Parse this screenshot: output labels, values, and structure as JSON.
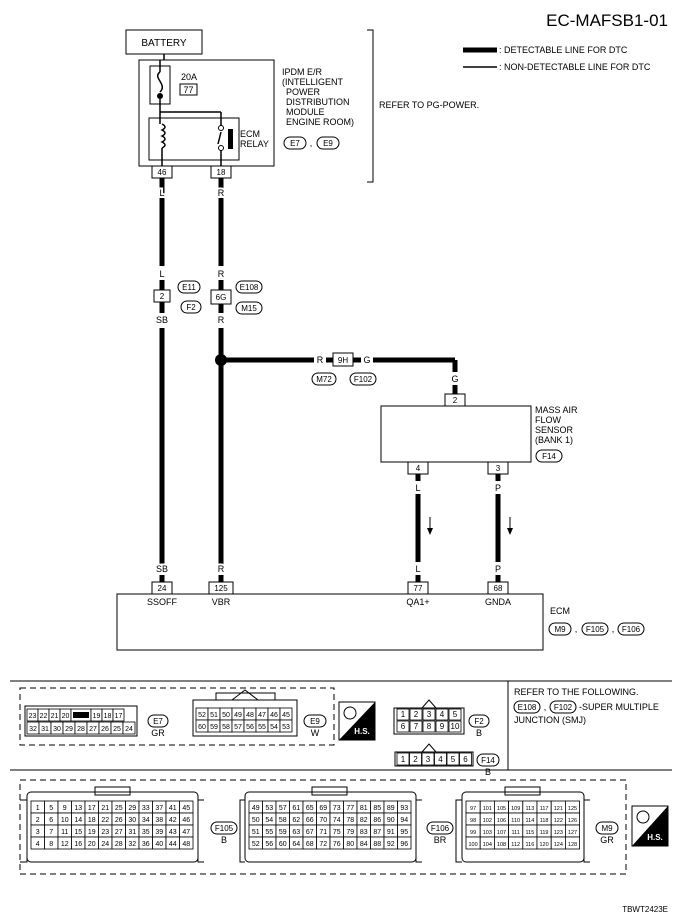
{
  "header": {
    "diagram_id": "EC-MAFSB1-01"
  },
  "legend": {
    "detectable": ": DETECTABLE LINE FOR DTC",
    "non_detectable": ": NON-DETECTABLE LINE FOR DTC"
  },
  "battery": {
    "label": "BATTERY"
  },
  "ipdm": {
    "fuse_amp": "20A",
    "fuse_no": "77",
    "name_lines": [
      "IPDM E/R",
      "(INTELLIGENT",
      "POWER",
      "DISTRIBUTION",
      "MODULE",
      "ENGINE ROOM)"
    ],
    "relay_lines": [
      "ECM",
      "RELAY"
    ],
    "conn_a": "E7",
    "conn_sep": ",",
    "conn_b": "E9",
    "pin_left": "46",
    "pin_right": "18",
    "refer": "REFER TO PG-POWER."
  },
  "wires": {
    "left_color_1": "L",
    "left_color_2": "L",
    "left_color_3": "SB",
    "left_color_4": "SB",
    "right_color_1": "R",
    "right_color_2": "R",
    "right_color_3": "R",
    "right_color_4": "R",
    "branch_color_in": "R",
    "branch_color_out": "G",
    "maf_in_color": "G",
    "maf_out4_color_1": "L",
    "maf_out4_color_2": "L",
    "maf_out3_color_1": "P",
    "maf_out3_color_2": "P"
  },
  "joints": {
    "j1_pin": "2",
    "j1_top": "E11",
    "j1_bottom": "F2",
    "j2_pin": "6G",
    "j2_top": "E108",
    "j2_bottom": "M15",
    "j3_pin": "9H",
    "j3_left": "M72",
    "j3_right": "F102"
  },
  "maf": {
    "name_lines": [
      "MASS AIR",
      "FLOW",
      "SENSOR",
      "(BANK 1)"
    ],
    "connector": "F14",
    "pin_top": "2",
    "pin_bottom_left": "4",
    "pin_bottom_right": "3"
  },
  "ecm": {
    "name": "ECM",
    "pins": [
      "24",
      "125",
      "77",
      "68"
    ],
    "pin_labels": [
      "SSOFF",
      "VBR",
      "QA1+",
      "GNDA"
    ],
    "conn_a": "M9",
    "conn_b": "F105",
    "conn_c": "F106",
    "sep": ","
  },
  "connectors": {
    "e7_top": [
      "23",
      "22",
      "21",
      "20",
      "",
      "19",
      "18",
      "17"
    ],
    "e7_bottom": [
      "32",
      "31",
      "30",
      "29",
      "28",
      "27",
      "26",
      "25",
      "24"
    ],
    "e7_name": "E7",
    "e7_color": "GR",
    "e9_top": [
      "52",
      "51",
      "50",
      "49",
      "48",
      "47",
      "46",
      "45"
    ],
    "e9_bottom": [
      "60",
      "59",
      "58",
      "57",
      "56",
      "55",
      "54",
      "53"
    ],
    "e9_name": "E9",
    "e9_color": "W",
    "hs_label": "H.S.",
    "f2_top": [
      "1",
      "2",
      "3",
      "4",
      "5"
    ],
    "f2_bottom": [
      "6",
      "7",
      "8",
      "9",
      "10"
    ],
    "f2_name": "F2",
    "f2_color": "B",
    "f14_row": [
      "1",
      "2",
      "3",
      "4",
      "5",
      "6"
    ],
    "f14_name": "F14",
    "f14_color": "B",
    "smj_note_lines": [
      "REFER TO THE FOLLOWING.",
      "-SUPER MULTIPLE",
      "JUNCTION (SMJ)"
    ],
    "smj_a": "E108",
    "smj_b": "F102",
    "smj_sep": ",",
    "f105_rows": [
      [
        "1",
        "5",
        "9",
        "13",
        "17",
        "21",
        "25",
        "29",
        "33",
        "37",
        "41",
        "45"
      ],
      [
        "2",
        "6",
        "10",
        "14",
        "18",
        "22",
        "26",
        "30",
        "34",
        "38",
        "42",
        "46"
      ],
      [
        "3",
        "7",
        "11",
        "15",
        "19",
        "23",
        "27",
        "31",
        "35",
        "39",
        "43",
        "47"
      ],
      [
        "4",
        "8",
        "12",
        "16",
        "20",
        "24",
        "28",
        "32",
        "36",
        "40",
        "44",
        "48"
      ]
    ],
    "f105_name": "F105",
    "f105_color": "B",
    "f106_rows": [
      [
        "49",
        "53",
        "57",
        "61",
        "65",
        "69",
        "73",
        "77",
        "81",
        "85",
        "89",
        "93"
      ],
      [
        "50",
        "54",
        "58",
        "62",
        "66",
        "70",
        "74",
        "78",
        "82",
        "86",
        "90",
        "94"
      ],
      [
        "51",
        "55",
        "59",
        "63",
        "67",
        "71",
        "75",
        "79",
        "83",
        "87",
        "91",
        "95"
      ],
      [
        "52",
        "56",
        "60",
        "64",
        "68",
        "72",
        "76",
        "80",
        "84",
        "88",
        "92",
        "96"
      ]
    ],
    "f106_name": "F106",
    "f106_color": "BR",
    "m9_rows": [
      [
        "97",
        "101",
        "105",
        "109",
        "113",
        "117",
        "121",
        "125"
      ],
      [
        "98",
        "102",
        "106",
        "110",
        "114",
        "118",
        "122",
        "126"
      ],
      [
        "99",
        "103",
        "107",
        "111",
        "115",
        "119",
        "123",
        "127"
      ],
      [
        "100",
        "104",
        "108",
        "112",
        "116",
        "120",
        "124",
        "128"
      ]
    ],
    "m9_name": "M9",
    "m9_color": "GR"
  },
  "footer": {
    "code": "TBWT2423E"
  }
}
